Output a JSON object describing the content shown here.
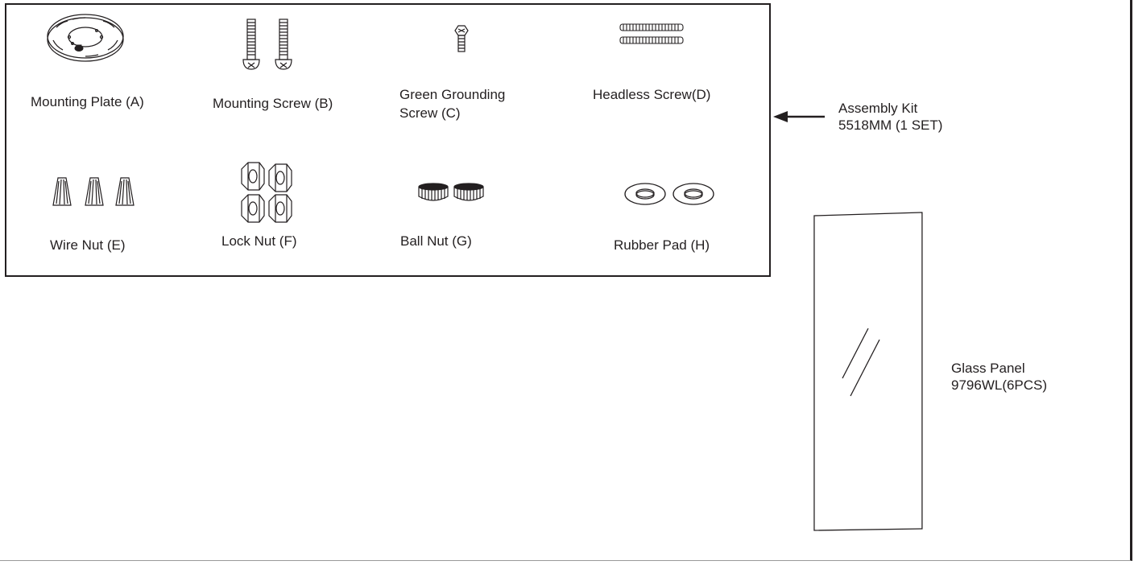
{
  "parts": [
    {
      "id": "A",
      "label": "Mounting Plate (A)",
      "icon": "mounting-plate-icon"
    },
    {
      "id": "B",
      "label": "Mounting Screw (B)",
      "icon": "mounting-screw-icon"
    },
    {
      "id": "C",
      "label_line1": "Green Grounding",
      "label_line2": "Screw (C)",
      "icon": "grounding-screw-icon"
    },
    {
      "id": "D",
      "label": "Headless Screw(D)",
      "icon": "headless-screw-icon"
    },
    {
      "id": "E",
      "label": "Wire Nut (E)",
      "icon": "wire-nut-icon"
    },
    {
      "id": "F",
      "label": "Lock Nut (F)",
      "icon": "lock-nut-icon"
    },
    {
      "id": "G",
      "label": "Ball Nut (G)",
      "icon": "ball-nut-icon"
    },
    {
      "id": "H",
      "label": "Rubber Pad (H)",
      "icon": "rubber-pad-icon"
    }
  ],
  "assembly_kit": {
    "line1": "Assembly Kit",
    "line2": "5518MM (1 SET)"
  },
  "glass_panel": {
    "line1": "Glass Panel",
    "line2": "9796WL(6PCS)"
  },
  "colors": {
    "line": "#231f20",
    "frame_bottom": "#9a9a9a"
  }
}
